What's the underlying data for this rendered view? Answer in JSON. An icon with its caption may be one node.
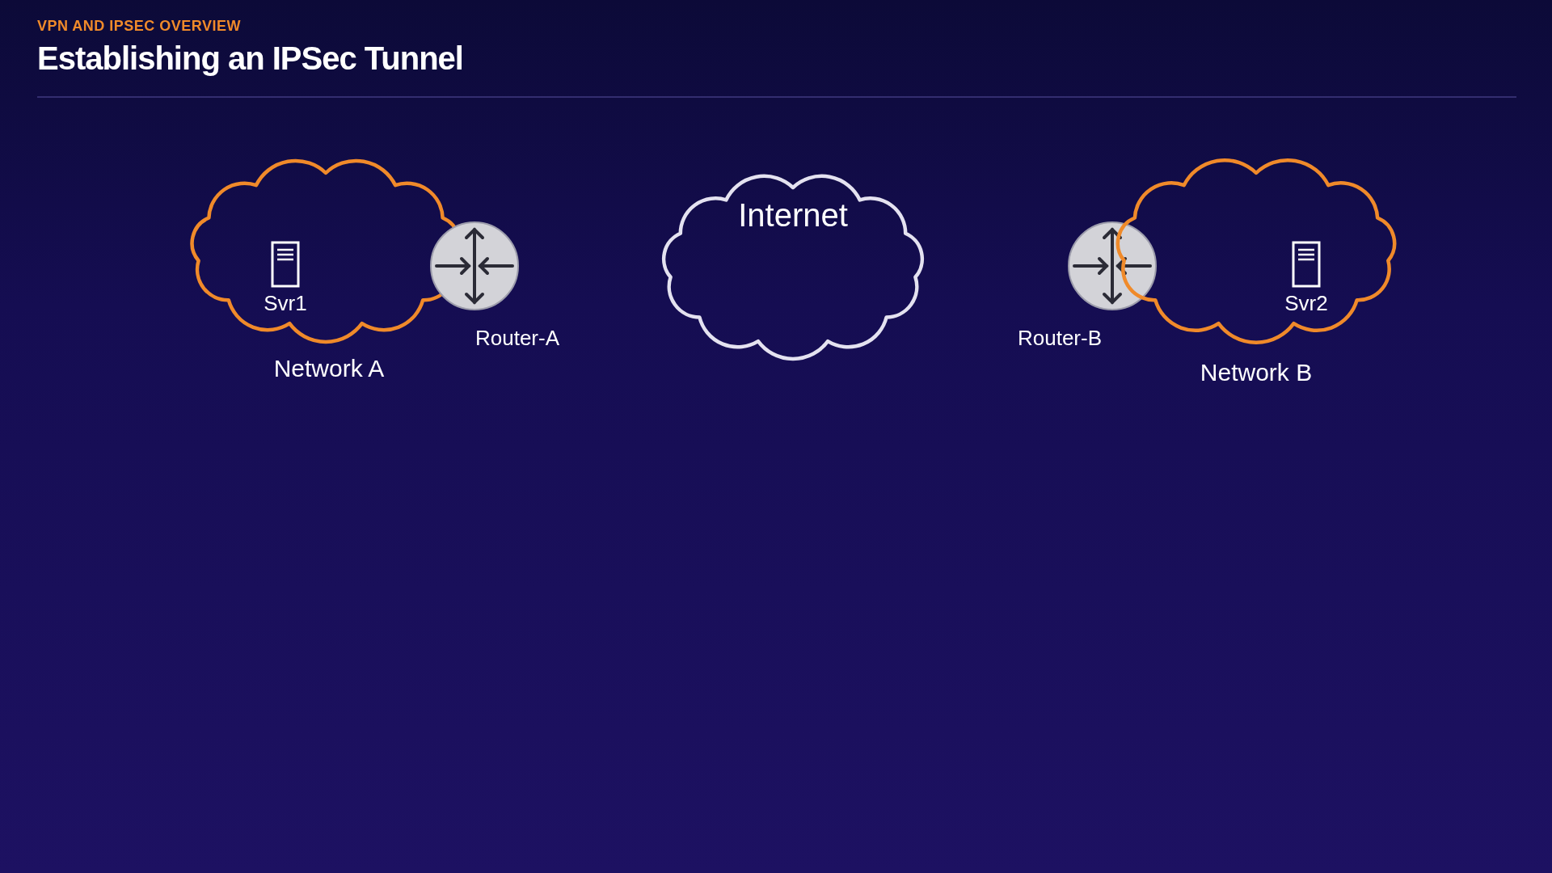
{
  "diagram": {
    "title": "Establishing an IPSec Tunnel",
    "nodes": [
      {
        "text": [
          "Network A"
        ]
      },
      {
        "text": [
          "Svr1"
        ],
        "in": 0
      },
      {
        "text": [
          "Router-A"
        ]
      },
      {
        "text": [
          "Internet"
        ]
      },
      {
        "text": [
          "Router-B"
        ]
      },
      {
        "text": [
          "Network B"
        ]
      },
      {
        "text": [
          "Svr2"
        ],
        "in": 5
      }
    ],
    "labels": [
      "VPN AND IPSEC OVERVIEW"
    ]
  }
}
